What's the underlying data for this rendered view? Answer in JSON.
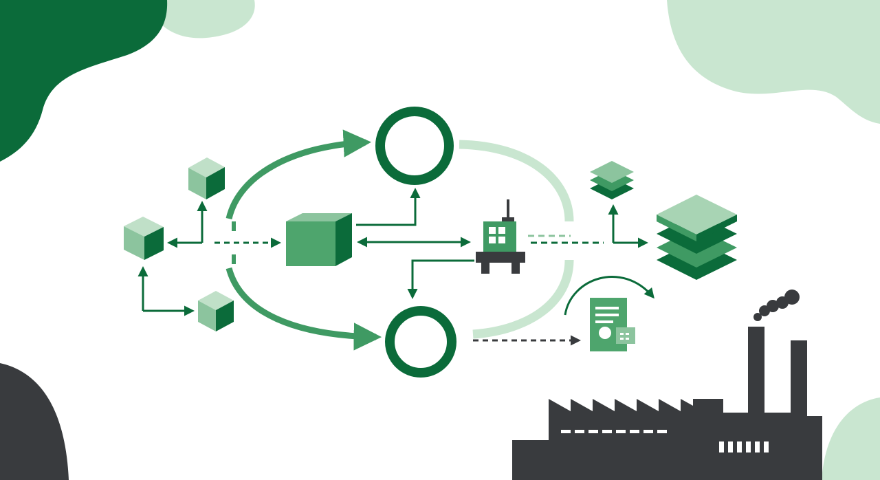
{
  "palette": {
    "dark_green": "#0b6b3a",
    "mid_green": "#3f9a63",
    "soft_green": "#8cc49e",
    "pale_green": "#c9e6d0",
    "charcoal": "#393b3e",
    "white": "#ffffff"
  },
  "nodes": {
    "hub_cube": {
      "icon": "cube-icon"
    },
    "source_cubes": {
      "icon": "cube-icon",
      "count": 3
    },
    "process_circles": {
      "icon": "circle-node-icon",
      "count": 2
    },
    "machine": {
      "icon": "factory-machine-icon"
    },
    "layer_stacks": {
      "icon": "layer-stack-icon",
      "count": 2
    },
    "document": {
      "icon": "document-icon"
    },
    "factory": {
      "icon": "factory-icon"
    }
  }
}
